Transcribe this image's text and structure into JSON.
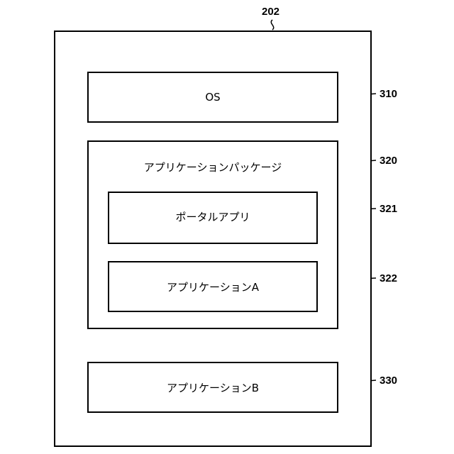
{
  "ref_device": "202",
  "boxes": {
    "os": {
      "label": "OS",
      "ref": "310"
    },
    "package": {
      "label": "アプリケーションパッケージ",
      "ref": "320"
    },
    "portal": {
      "label": "ポータルアプリ",
      "ref": "321"
    },
    "app_a": {
      "label": "アプリケーションA",
      "ref": "322"
    },
    "app_b": {
      "label": "アプリケーションB",
      "ref": "330"
    }
  }
}
